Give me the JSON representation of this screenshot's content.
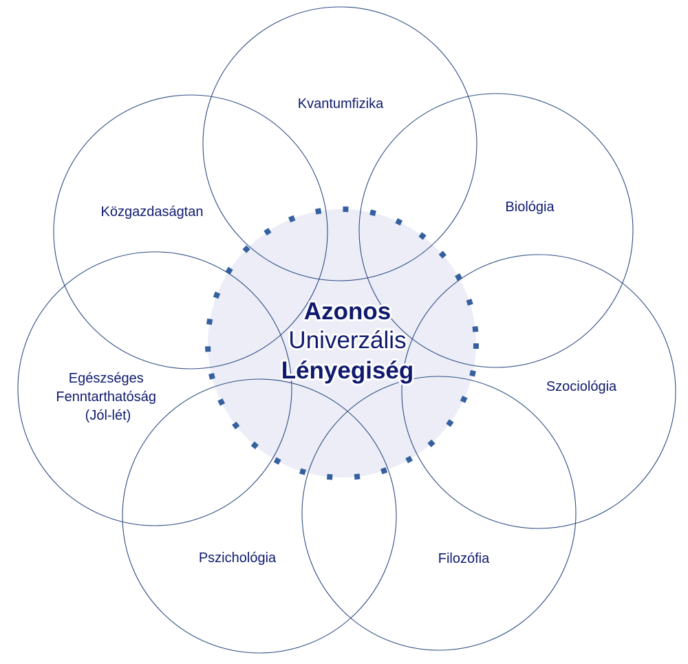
{
  "colors": {
    "circle_stroke": "#2f4d82",
    "label_text": "#0f1a6e",
    "center_fill": "#ecedf7",
    "center_dash": "#3560a0"
  },
  "center": {
    "line1": "Azonos",
    "line2": "Univerzális",
    "line3": "Lényegiség"
  },
  "circles": [
    {
      "name": "kvantumfizika",
      "lines": [
        "Kvantumfizika"
      ]
    },
    {
      "name": "biologia",
      "lines": [
        "Biológia"
      ]
    },
    {
      "name": "szociologia",
      "lines": [
        "Szociológia"
      ]
    },
    {
      "name": "filozofia",
      "lines": [
        "Filozófia"
      ]
    },
    {
      "name": "pszichologia",
      "lines": [
        "Pszichológia"
      ]
    },
    {
      "name": "egeszseges-fenntarthatosag",
      "lines": [
        "Egészséges",
        "Fenntarthatóság",
        "(Jól-lét)"
      ]
    },
    {
      "name": "kozgazdasagtan",
      "lines": [
        "Közgazdaságtan"
      ]
    }
  ]
}
